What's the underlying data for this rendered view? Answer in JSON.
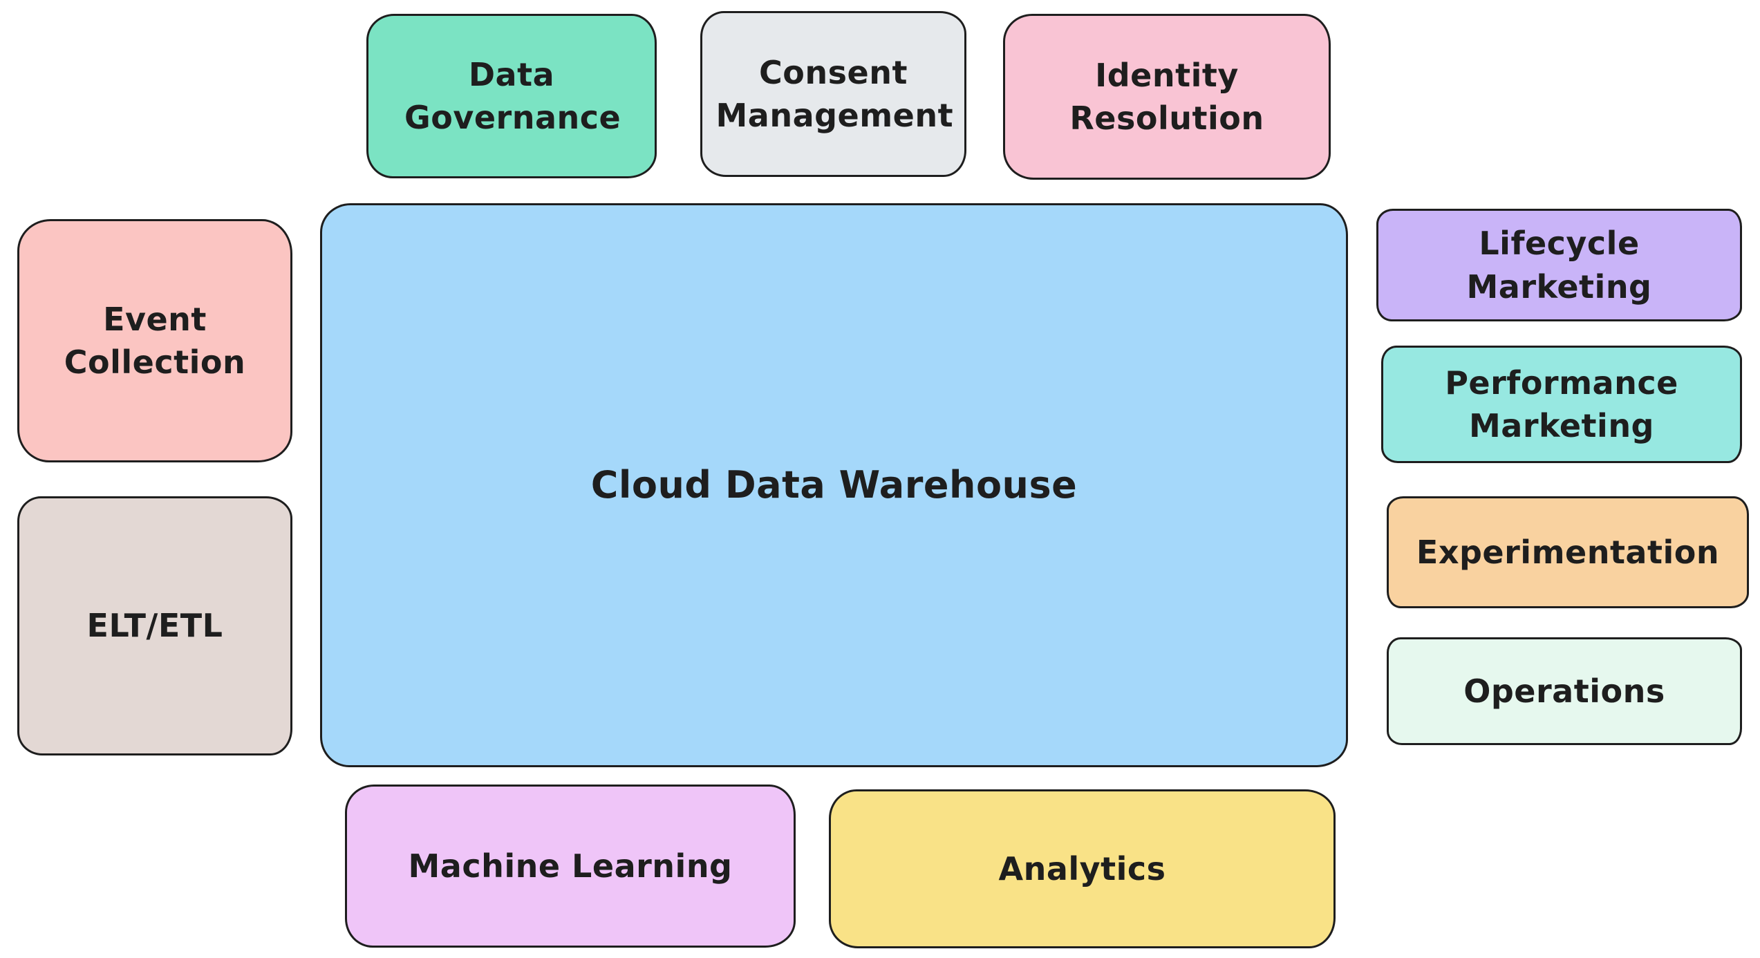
{
  "nodes": {
    "data_governance": {
      "label": "Data Governance",
      "color": "#7be3c3"
    },
    "consent_management": {
      "label": "Consent Management",
      "color": "#e6e9ec"
    },
    "identity_resolution": {
      "label": "Identity Resolution",
      "color": "#f9c4d4"
    },
    "event_collection": {
      "label": "Event Collection",
      "color": "#fbc5c2"
    },
    "elt_etl": {
      "label": "ELT/ETL",
      "color": "#e3d8d4"
    },
    "cloud_data_warehouse": {
      "label": "Cloud Data Warehouse",
      "color": "#a5d8fa"
    },
    "lifecycle_marketing": {
      "label": "Lifecycle Marketing",
      "color": "#c9b4f8"
    },
    "performance_marketing": {
      "label": "Performance Marketing",
      "color": "#97e8e1"
    },
    "experimentation": {
      "label": "Experimentation",
      "color": "#f9d2a0"
    },
    "operations": {
      "label": "Operations",
      "color": "#e6f8ee"
    },
    "machine_learning": {
      "label": "Machine Learning",
      "color": "#efc5f8"
    },
    "analytics": {
      "label": "Analytics",
      "color": "#f9e287"
    }
  }
}
